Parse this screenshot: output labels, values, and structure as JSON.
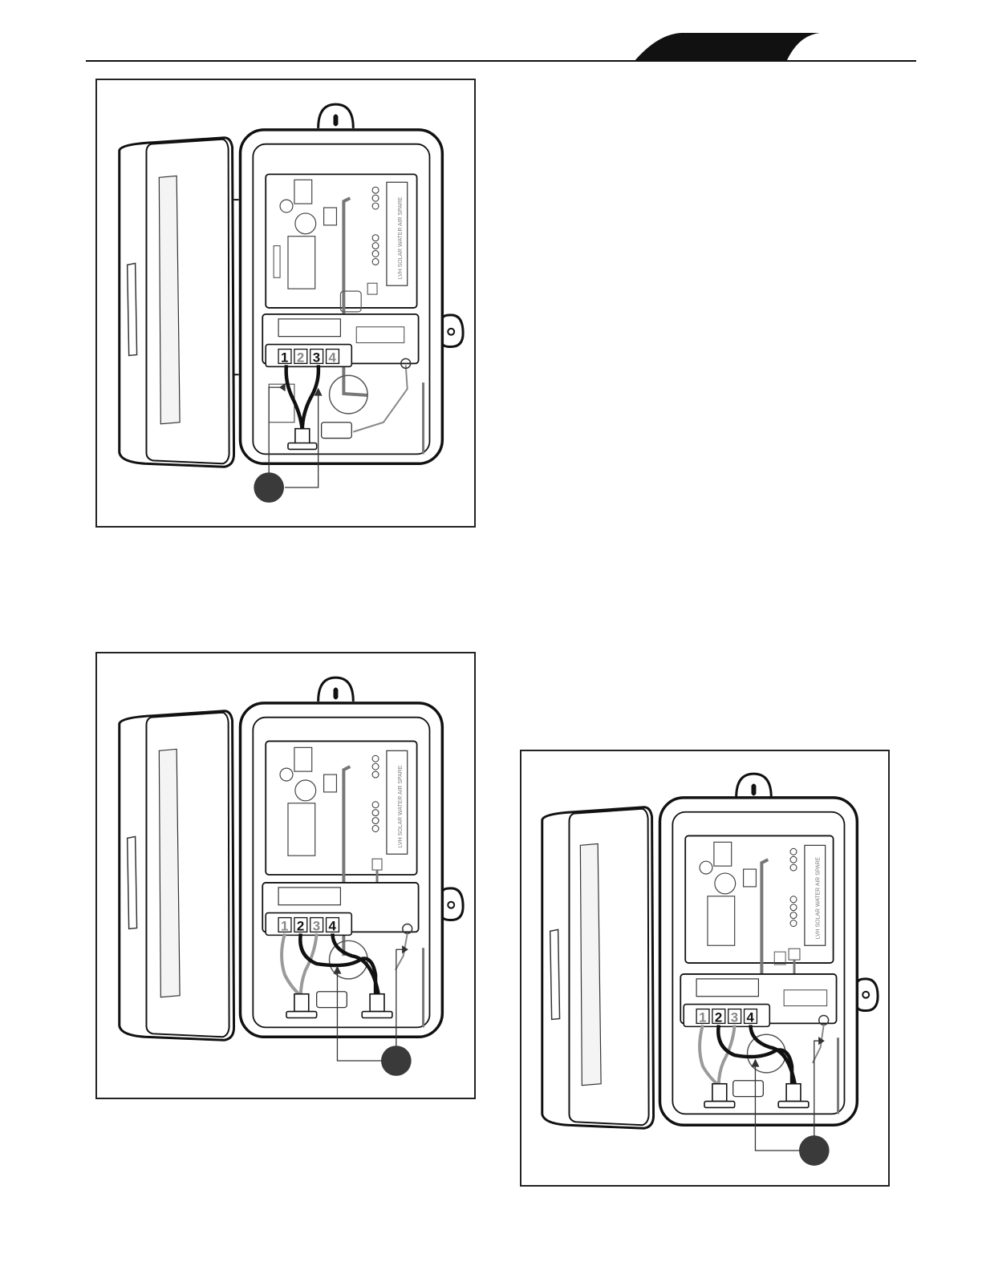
{
  "diagram_labels": {
    "board_terminals": "LVH SOLAR WATER AIR SPARE",
    "terminal_1": "1",
    "terminal_2": "2",
    "terminal_3": "3",
    "terminal_4": "4"
  },
  "figures": [
    {
      "highlighted_terminals": [
        "1",
        "3"
      ]
    },
    {
      "highlighted_terminals": [
        "2",
        "4"
      ]
    },
    {
      "highlighted_terminals": [
        "2",
        "4"
      ]
    }
  ],
  "colors": {
    "ink": "#111111",
    "gray": "#9a9a9a",
    "callout": "#3a3a3a"
  }
}
